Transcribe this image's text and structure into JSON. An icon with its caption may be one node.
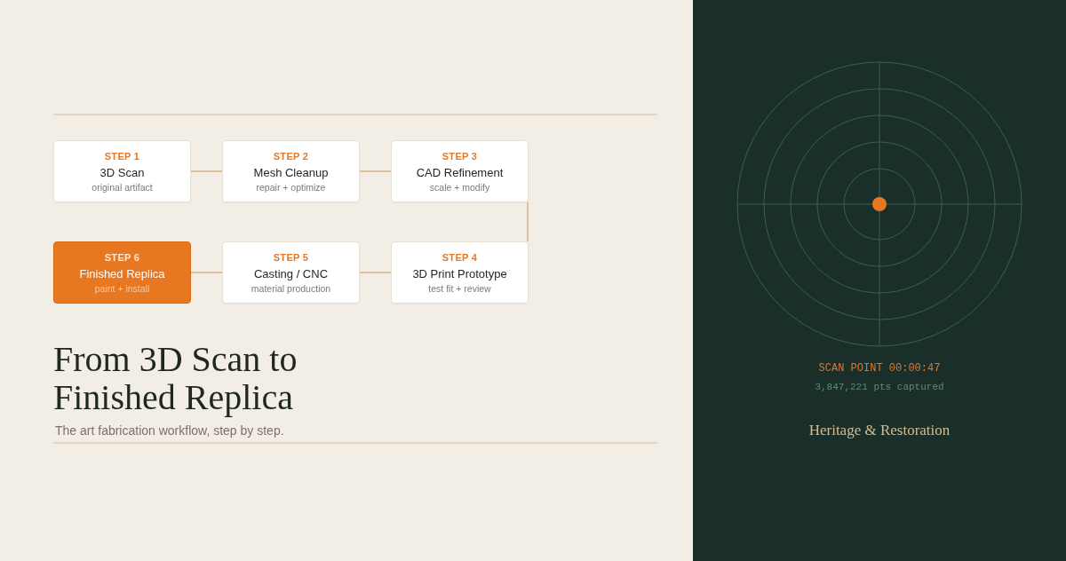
{
  "diagram": {
    "title": "From 3D Scan to Finished Replica",
    "nodes": [
      {
        "text": [
          "STEP 1",
          "3D Scan",
          "original artifact"
        ]
      },
      {
        "text": [
          "STEP 2",
          "Mesh Cleanup",
          "repair + optimize"
        ]
      },
      {
        "text": [
          "STEP 3",
          "CAD Refinement",
          "scale + modify"
        ]
      },
      {
        "text": [
          "STEP 4",
          "3D Print Prototype",
          "test fit + review"
        ]
      },
      {
        "text": [
          "STEP 5",
          "Casting / CNC",
          "material production"
        ]
      },
      {
        "text": [
          "STEP 6",
          "Finished Replica",
          "paint + install"
        ]
      }
    ],
    "edges": [
      {
        "from": 0,
        "to": 1,
        "arrow": "none"
      },
      {
        "from": 1,
        "to": 2,
        "arrow": "none"
      },
      {
        "from": 2,
        "to": 3,
        "arrow": "none"
      },
      {
        "from": 3,
        "to": 4,
        "arrow": "none"
      },
      {
        "from": 4,
        "to": 5,
        "arrow": "none"
      }
    ],
    "labels": [
      "The art fabrication workflow, step by step.",
      "SCAN POINT 00:00:47",
      "3,847,221 pts captured",
      "Heritage & Restoration"
    ]
  }
}
